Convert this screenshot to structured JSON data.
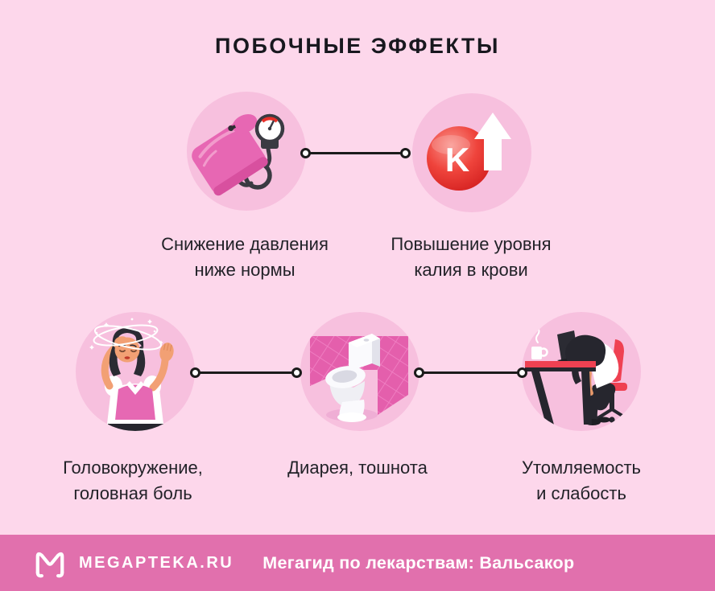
{
  "title": "ПОБОЧНЫЕ ЭФФЕКТЫ",
  "effects": [
    {
      "id": "low-pressure",
      "icon": "blood-pressure-monitor-illustration",
      "label_lines": [
        "Снижение давления",
        "ниже нормы"
      ]
    },
    {
      "id": "high-potassium",
      "icon": "potassium-up-illustration",
      "symbol": "K",
      "label_lines": [
        "Повышение уровня",
        "калия в крови"
      ]
    },
    {
      "id": "dizziness",
      "icon": "dizzy-woman-illustration",
      "label_lines": [
        "Головокружение,",
        "головная боль"
      ]
    },
    {
      "id": "diarrhea-nausea",
      "icon": "toilet-illustration",
      "label_lines": [
        "Диарея, тошнота"
      ]
    },
    {
      "id": "fatigue",
      "icon": "tired-worker-illustration",
      "label_lines": [
        "Утомляемость",
        "и слабость"
      ]
    }
  ],
  "footer": {
    "brand": "MEGAPTEKA.RU",
    "tagline": "Мегагид по лекарствам: Вальсакор",
    "logo": "megapteka-logo"
  },
  "colors": {
    "background": "#FDD7EB",
    "bubble": "#F7C0DE",
    "footer_bar": "#E170AD",
    "magenta": "#E45FAC",
    "cuff_pink": "#E767B3",
    "red": "#EF3B35",
    "dark": "#26262E",
    "text": "#222228"
  }
}
